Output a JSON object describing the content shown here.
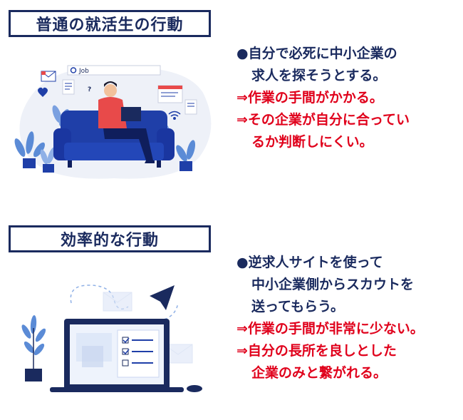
{
  "section1": {
    "heading": "普通の就活生の行動",
    "search_text": "Job",
    "lines": [
      {
        "text": "●自分で必死に中小企業の",
        "color": "navy"
      },
      {
        "text": "求人を探そうとする。",
        "color": "navy",
        "indent": true
      },
      {
        "text": "⇒作業の手間がかかる。",
        "color": "red"
      },
      {
        "text": "⇒その企業が自分に合ってい",
        "color": "red"
      },
      {
        "text": "るか判断しにくい。",
        "color": "red",
        "indent": true
      }
    ]
  },
  "section2": {
    "heading": "効率的な行動",
    "lines": [
      {
        "text": "●逆求人サイトを使って",
        "color": "navy"
      },
      {
        "text": "中小企業側からスカウトを",
        "color": "navy",
        "indent": true
      },
      {
        "text": "送ってもらう。",
        "color": "navy",
        "indent": true
      },
      {
        "text": "⇒作業の手間が非常に少ない。",
        "color": "red"
      },
      {
        "text": "⇒自分の長所を良しとした",
        "color": "red"
      },
      {
        "text": "企業のみと繋がれる。",
        "color": "red",
        "indent": true
      }
    ]
  },
  "colors": {
    "navy": "#1a2a5e",
    "red": "#e0001b",
    "sofa": "#1f3fa8",
    "shirt": "#e84a4a"
  }
}
